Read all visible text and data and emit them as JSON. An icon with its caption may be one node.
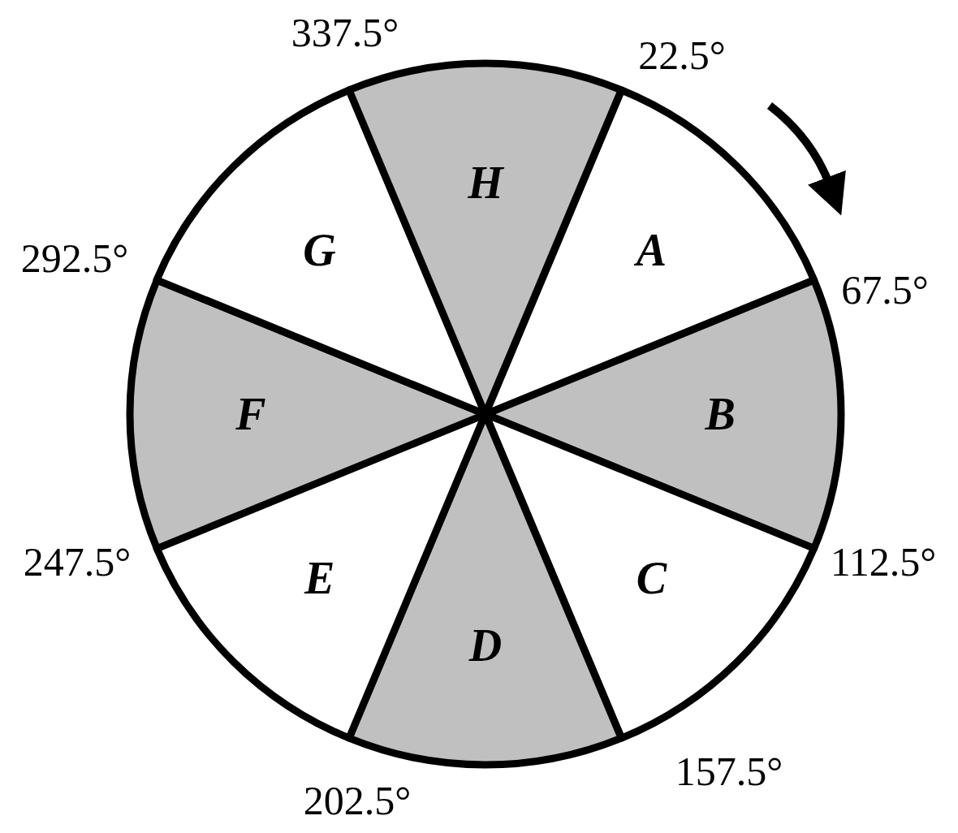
{
  "diagram": {
    "nodes": [
      {
        "text": [
          "A"
        ]
      },
      {
        "text": [
          "B"
        ]
      },
      {
        "text": [
          "C"
        ]
      },
      {
        "text": [
          "D"
        ]
      },
      {
        "text": [
          "E"
        ]
      },
      {
        "text": [
          "F"
        ]
      },
      {
        "text": [
          "G"
        ]
      },
      {
        "text": [
          "H"
        ]
      }
    ],
    "labels": [
      "337.5°",
      "22.5°",
      "292.5°",
      "67.5°",
      "247.5°",
      "112.5°",
      "157.5°",
      "202.5°"
    ]
  }
}
